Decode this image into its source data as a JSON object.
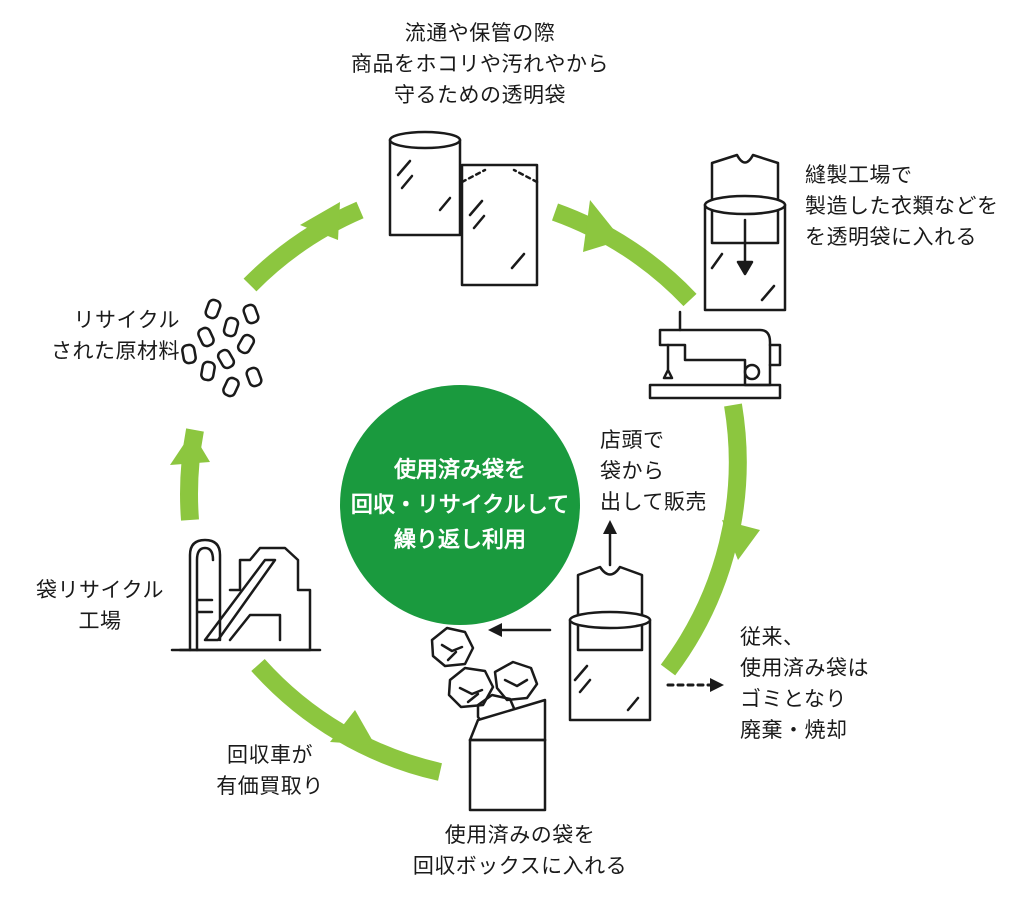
{
  "colors": {
    "arrow_green": "#8cc63f",
    "hub_green": "#1a9a3e",
    "line": "#1a1a1a"
  },
  "hub": {
    "lines": [
      "使用済み袋を",
      "回収・リサイクルして",
      "繰り返し利用"
    ]
  },
  "steps": {
    "top": {
      "lines": [
        "流通や保管の際",
        "商品をホコリや汚れやから",
        "守るための透明袋"
      ]
    },
    "factory": {
      "lines": [
        "縫製工場で",
        "製造した衣類などを",
        "を透明袋に入れる"
      ]
    },
    "store": {
      "lines": [
        "店頭で",
        "袋から",
        "出して販売"
      ]
    },
    "box": {
      "lines": [
        "使用済みの袋を",
        "回収ボックスに入れる"
      ]
    },
    "truck": {
      "lines": [
        "回収車が",
        "有価買取り"
      ]
    },
    "plant": {
      "lines": [
        "袋リサイクル",
        "工場"
      ]
    },
    "material": {
      "lines": [
        "リサイクル",
        "された原材料"
      ]
    },
    "past": {
      "lines": [
        "従来、",
        "使用済み袋は",
        "ゴミとなり",
        "廃棄・焼却"
      ]
    }
  },
  "icons": [
    "clear-bags-icon",
    "shirt-in-bag-icon",
    "sewing-machine-icon",
    "shirt-bag-icon",
    "crumpled-bags-icon",
    "collection-box-icon",
    "recycling-plant-icon",
    "pellets-icon"
  ]
}
